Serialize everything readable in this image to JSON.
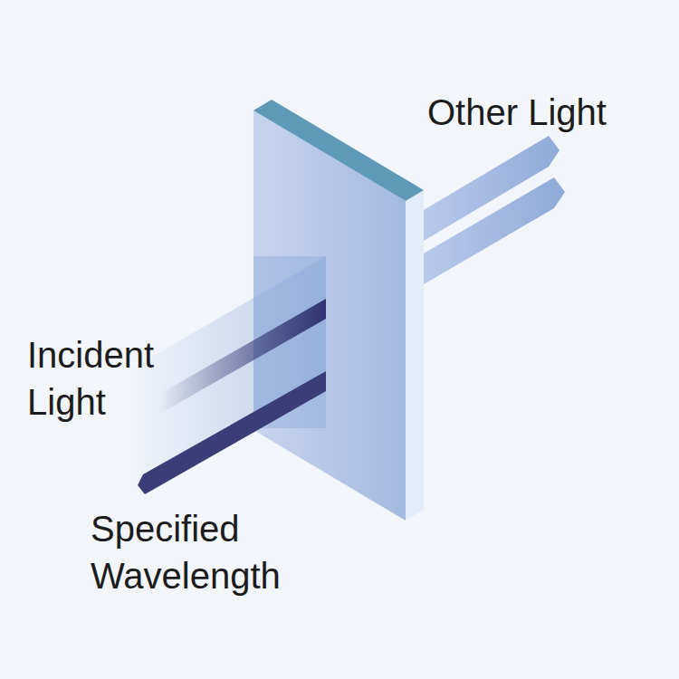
{
  "diagram": {
    "labels": [
      "Other Light",
      "Incident Light",
      "Specified Wavelength"
    ]
  }
}
